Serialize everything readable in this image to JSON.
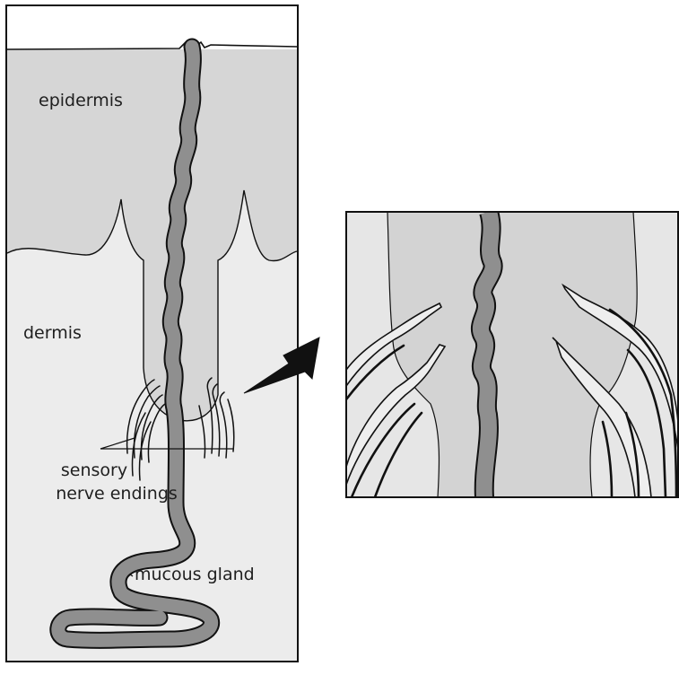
{
  "labels": {
    "epidermis": "epidermis",
    "dermis": "dermis",
    "sensory_line1": "sensory",
    "sensory_line2": "nerve endings",
    "mucous_gland": "mucous gland"
  },
  "colors": {
    "outline": "#111111",
    "epidermis_fill": "#d6d6d6",
    "dermis_fill": "#ececec",
    "duct_fill": "#8f8f8f",
    "inset_center": "#d3d3d3",
    "inset_side": "#e6e6e6",
    "arrow": "#111111"
  }
}
